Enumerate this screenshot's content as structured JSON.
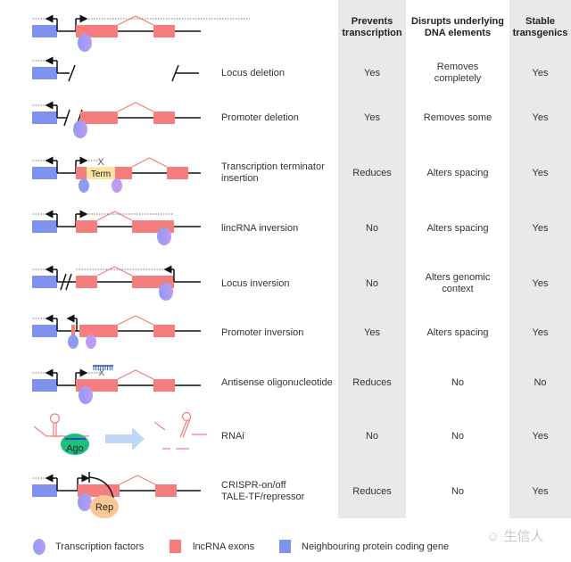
{
  "headers": {
    "prevents": "Prevents transcription",
    "prevents_l1": "Prevents",
    "prevents_l2": "transcription",
    "disrupts_l1": "Disrupts underlying",
    "disrupts_l2": "DNA elements",
    "stable_l1": "Stable",
    "stable_l2": "transgenics"
  },
  "rows": [
    {
      "method": [
        "Locus deletion"
      ],
      "prevents": "Yes",
      "disrupts": [
        "Removes",
        "completely"
      ],
      "stable": "Yes"
    },
    {
      "method": [
        "Promoter deletion"
      ],
      "prevents": "Yes",
      "disrupts": [
        "Removes some"
      ],
      "stable": "Yes"
    },
    {
      "method": [
        "Transcription terminator",
        "insertion"
      ],
      "prevents": "Reduces",
      "disrupts": [
        "Alters spacing"
      ],
      "stable": "Yes"
    },
    {
      "method": [
        "lincRNA inversion"
      ],
      "prevents": "No",
      "disrupts": [
        "Alters spacing"
      ],
      "stable": "Yes"
    },
    {
      "method": [
        "Locus inversion"
      ],
      "prevents": "No",
      "disrupts": [
        "Alters genomic",
        "context"
      ],
      "stable": "Yes"
    },
    {
      "method": [
        "Promoter inversion"
      ],
      "prevents": "Yes",
      "disrupts": [
        "Alters spacing"
      ],
      "stable": "Yes"
    },
    {
      "method": [
        "Antisense oligonucleotide"
      ],
      "prevents": "Reduces",
      "disrupts": [
        "No"
      ],
      "stable": "No"
    },
    {
      "method": [
        "RNAi"
      ],
      "prevents": "No",
      "disrupts": [
        "No"
      ],
      "stable": "Yes"
    },
    {
      "method": [
        "CRISPR-on/off",
        "TALE-TF/repressor"
      ],
      "prevents": "Reduces",
      "disrupts": [
        "No"
      ],
      "stable": "Yes"
    }
  ],
  "diagram_labels": {
    "term": "Term",
    "ago": "Ago",
    "rep": "Rep",
    "x_mark": "X"
  },
  "legend": {
    "tf": "Transcription factors",
    "exons": "lncRNA exons",
    "gene": "Neighbouring protein coding gene"
  },
  "watermark": "生信人",
  "colors": {
    "exon": "#f47d7d",
    "gene": "#7f92f0",
    "tf_a": "#8f9cf4",
    "tf_b": "#c09af4",
    "term": "#fbe3a4",
    "ago": "#1fbf7a",
    "rep": "#f9c896",
    "oligo": "#2a52be",
    "arrow": "#bfd6f6",
    "column_bg": "#e9e8ea"
  }
}
